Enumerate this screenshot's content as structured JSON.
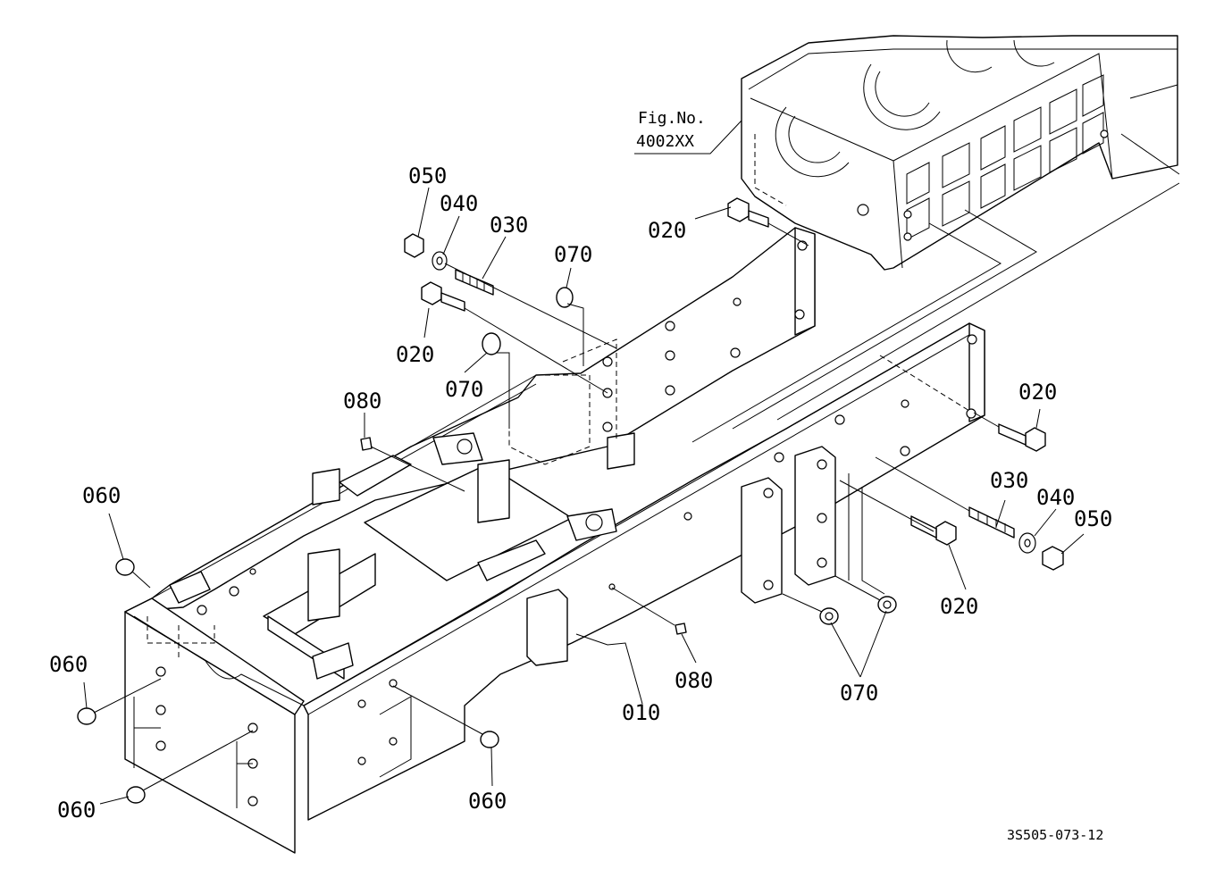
{
  "figure_reference": {
    "line1": "Fig.No.",
    "line2": "4002XX"
  },
  "drawing_code": "3S505-073-12",
  "callouts": {
    "c050_top": "050",
    "c040_top": "040",
    "c030_top": "030",
    "c070_top": "070",
    "c020_top_right": "020",
    "c020_top_left": "020",
    "c070_mid": "070",
    "c080_top": "080",
    "c060_left_top": "060",
    "c060_left_mid": "060",
    "c060_left_bottom": "060",
    "c060_bottom": "060",
    "c010": "010",
    "c080_bottom": "080",
    "c070_bottom": "070",
    "c020_right_bottom": "020",
    "c020_right_top": "020",
    "c030_right": "030",
    "c040_right": "040",
    "c050_right": "050"
  }
}
